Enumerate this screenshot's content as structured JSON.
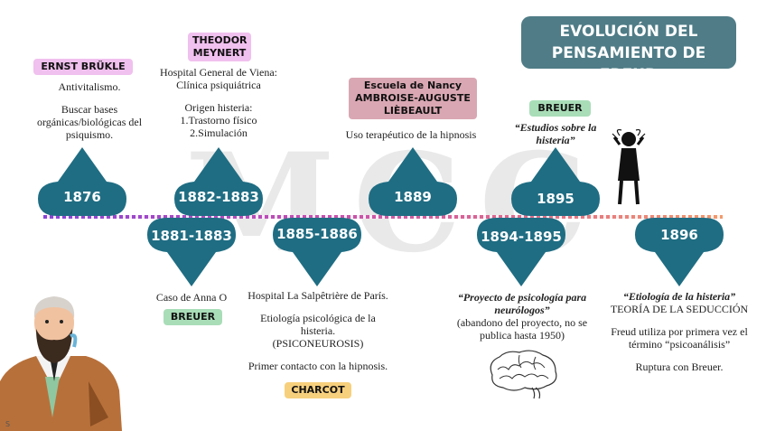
{
  "watermark": "MCC",
  "title": {
    "line1": "EVOLUCIÓN DEL",
    "line2": "PENSAMIENTO DE FREUD"
  },
  "markers": {
    "y1876": "1876",
    "y1882": "1882-1883",
    "y1881": "1881-1883",
    "y1885": "1885-1886",
    "y1889": "1889",
    "y1894": "1894-1895",
    "y1895": "1895",
    "y1896": "1896"
  },
  "bruckle": {
    "label": "ERNST BRÜKLE",
    "line1": "Antivitalismo.",
    "line2": "Buscar bases",
    "line3": "orgánicas/biológicas del",
    "line4": "psiquismo."
  },
  "meynert": {
    "label1": "THEODOR",
    "label2": "MEYNERT",
    "line1": "Hospital General de Viena:",
    "line2": "Clínica psiquiátrica",
    "line3": "Origen histeria:",
    "line4": "1.Trastorno físico",
    "line5": "2.Simulación"
  },
  "nancy": {
    "label1": "Escuela de Nancy",
    "label2": "AMBROISE-AUGUSTE",
    "label3": "LIÈBEAULT",
    "line1": "Uso terapéutico de la hipnosis"
  },
  "breuer1895": {
    "label": "BREUER",
    "line1": "“Estudios sobre la",
    "line2": "histeria”"
  },
  "anna": {
    "line1": "Caso de Anna O",
    "label": "BREUER"
  },
  "charcot": {
    "line1": "Hospital La Salpêtrière de París.",
    "line2": "Etiología psicológica de la",
    "line3": "histeria.",
    "line4": "(PSICONEUROSIS)",
    "line5": "Primer contacto con la hipnosis.",
    "label": "CHARCOT"
  },
  "proyecto": {
    "line1": "“Proyecto de psicología para",
    "line2": "neurólogos”",
    "line3": "(abandono del proyecto, no se",
    "line4": "publica hasta 1950)"
  },
  "seduccion": {
    "line1": "“Etiología de la histeria”",
    "line2": "TEORÍA DE LA SEDUCCIÓN",
    "line3": "Freud utiliza por primera vez el",
    "line4": "término “psicoanálisis”",
    "line5": "Ruptura con Breuer."
  },
  "colors": {
    "marker": "#1f6d83",
    "title_bg": "#4f7c87"
  },
  "icons": [
    "freud-portrait-icon",
    "hysteria-woman-icon",
    "brain-icon"
  ]
}
